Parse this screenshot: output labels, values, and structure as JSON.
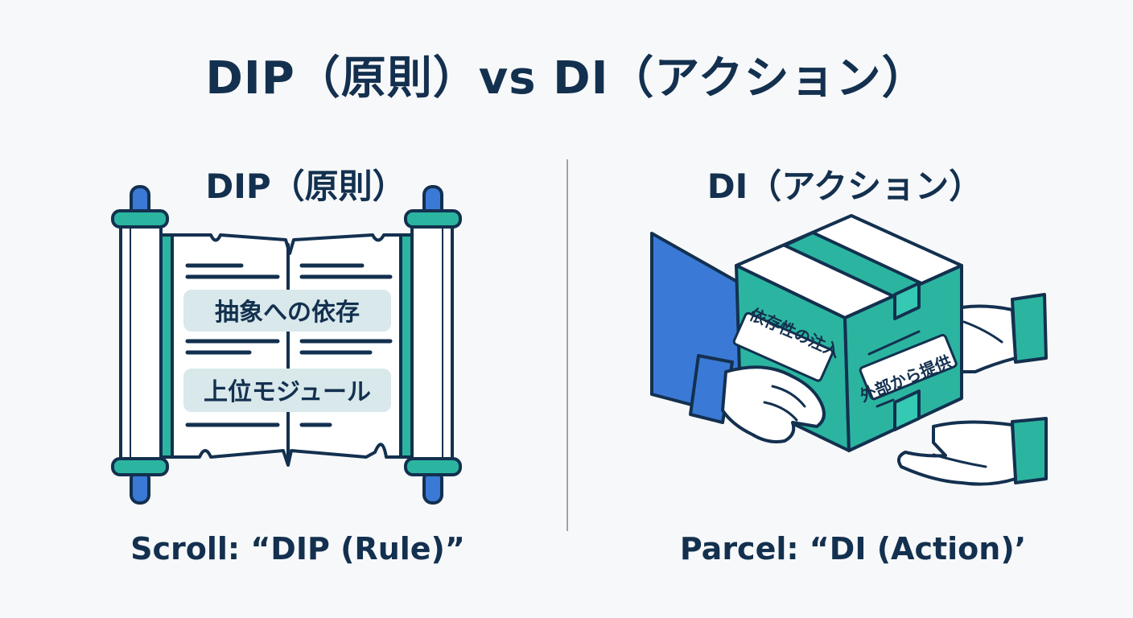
{
  "title": "DIP（原則）vs DI（アクション）",
  "left_panel": {
    "heading": "DIP（原則）",
    "scroll_labels": [
      "抽象への依存",
      "上位モジュール"
    ],
    "caption": "Scroll: “DIP (Rule)”",
    "icon": "scroll-icon"
  },
  "right_panel": {
    "heading": "DI（アクション）",
    "box_labels": [
      "依存性の注入",
      "外部から提供"
    ],
    "caption": "Parcel: “DI (Action)’",
    "icon": "parcel-icon"
  },
  "colors": {
    "navy": "#13304f",
    "teal": "#2bb5a0",
    "blue": "#3a7ad6",
    "label_bg": "#d8e8eb"
  }
}
